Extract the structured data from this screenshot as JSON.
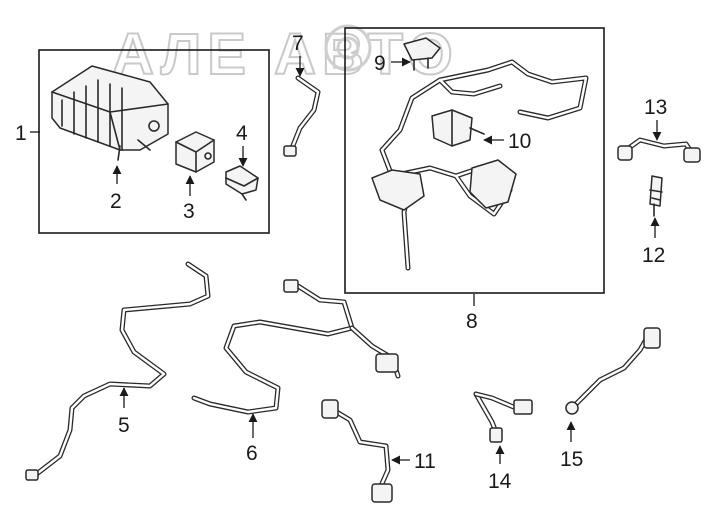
{
  "watermark": {
    "text": "АЛЕ АВТО"
  },
  "callouts": [
    {
      "id": "1",
      "label": "1"
    },
    {
      "id": "2",
      "label": "2"
    },
    {
      "id": "3",
      "label": "3"
    },
    {
      "id": "4",
      "label": "4"
    },
    {
      "id": "5",
      "label": "5"
    },
    {
      "id": "6",
      "label": "6"
    },
    {
      "id": "7",
      "label": "7"
    },
    {
      "id": "8",
      "label": "8"
    },
    {
      "id": "9",
      "label": "9"
    },
    {
      "id": "10",
      "label": "10"
    },
    {
      "id": "11",
      "label": "11"
    },
    {
      "id": "12",
      "label": "12"
    },
    {
      "id": "13",
      "label": "13"
    },
    {
      "id": "14",
      "label": "14"
    },
    {
      "id": "15",
      "label": "15"
    }
  ],
  "icons": {
    "watermark_logo": "gear-car-logo-icon",
    "arrow": "leader-arrow"
  }
}
